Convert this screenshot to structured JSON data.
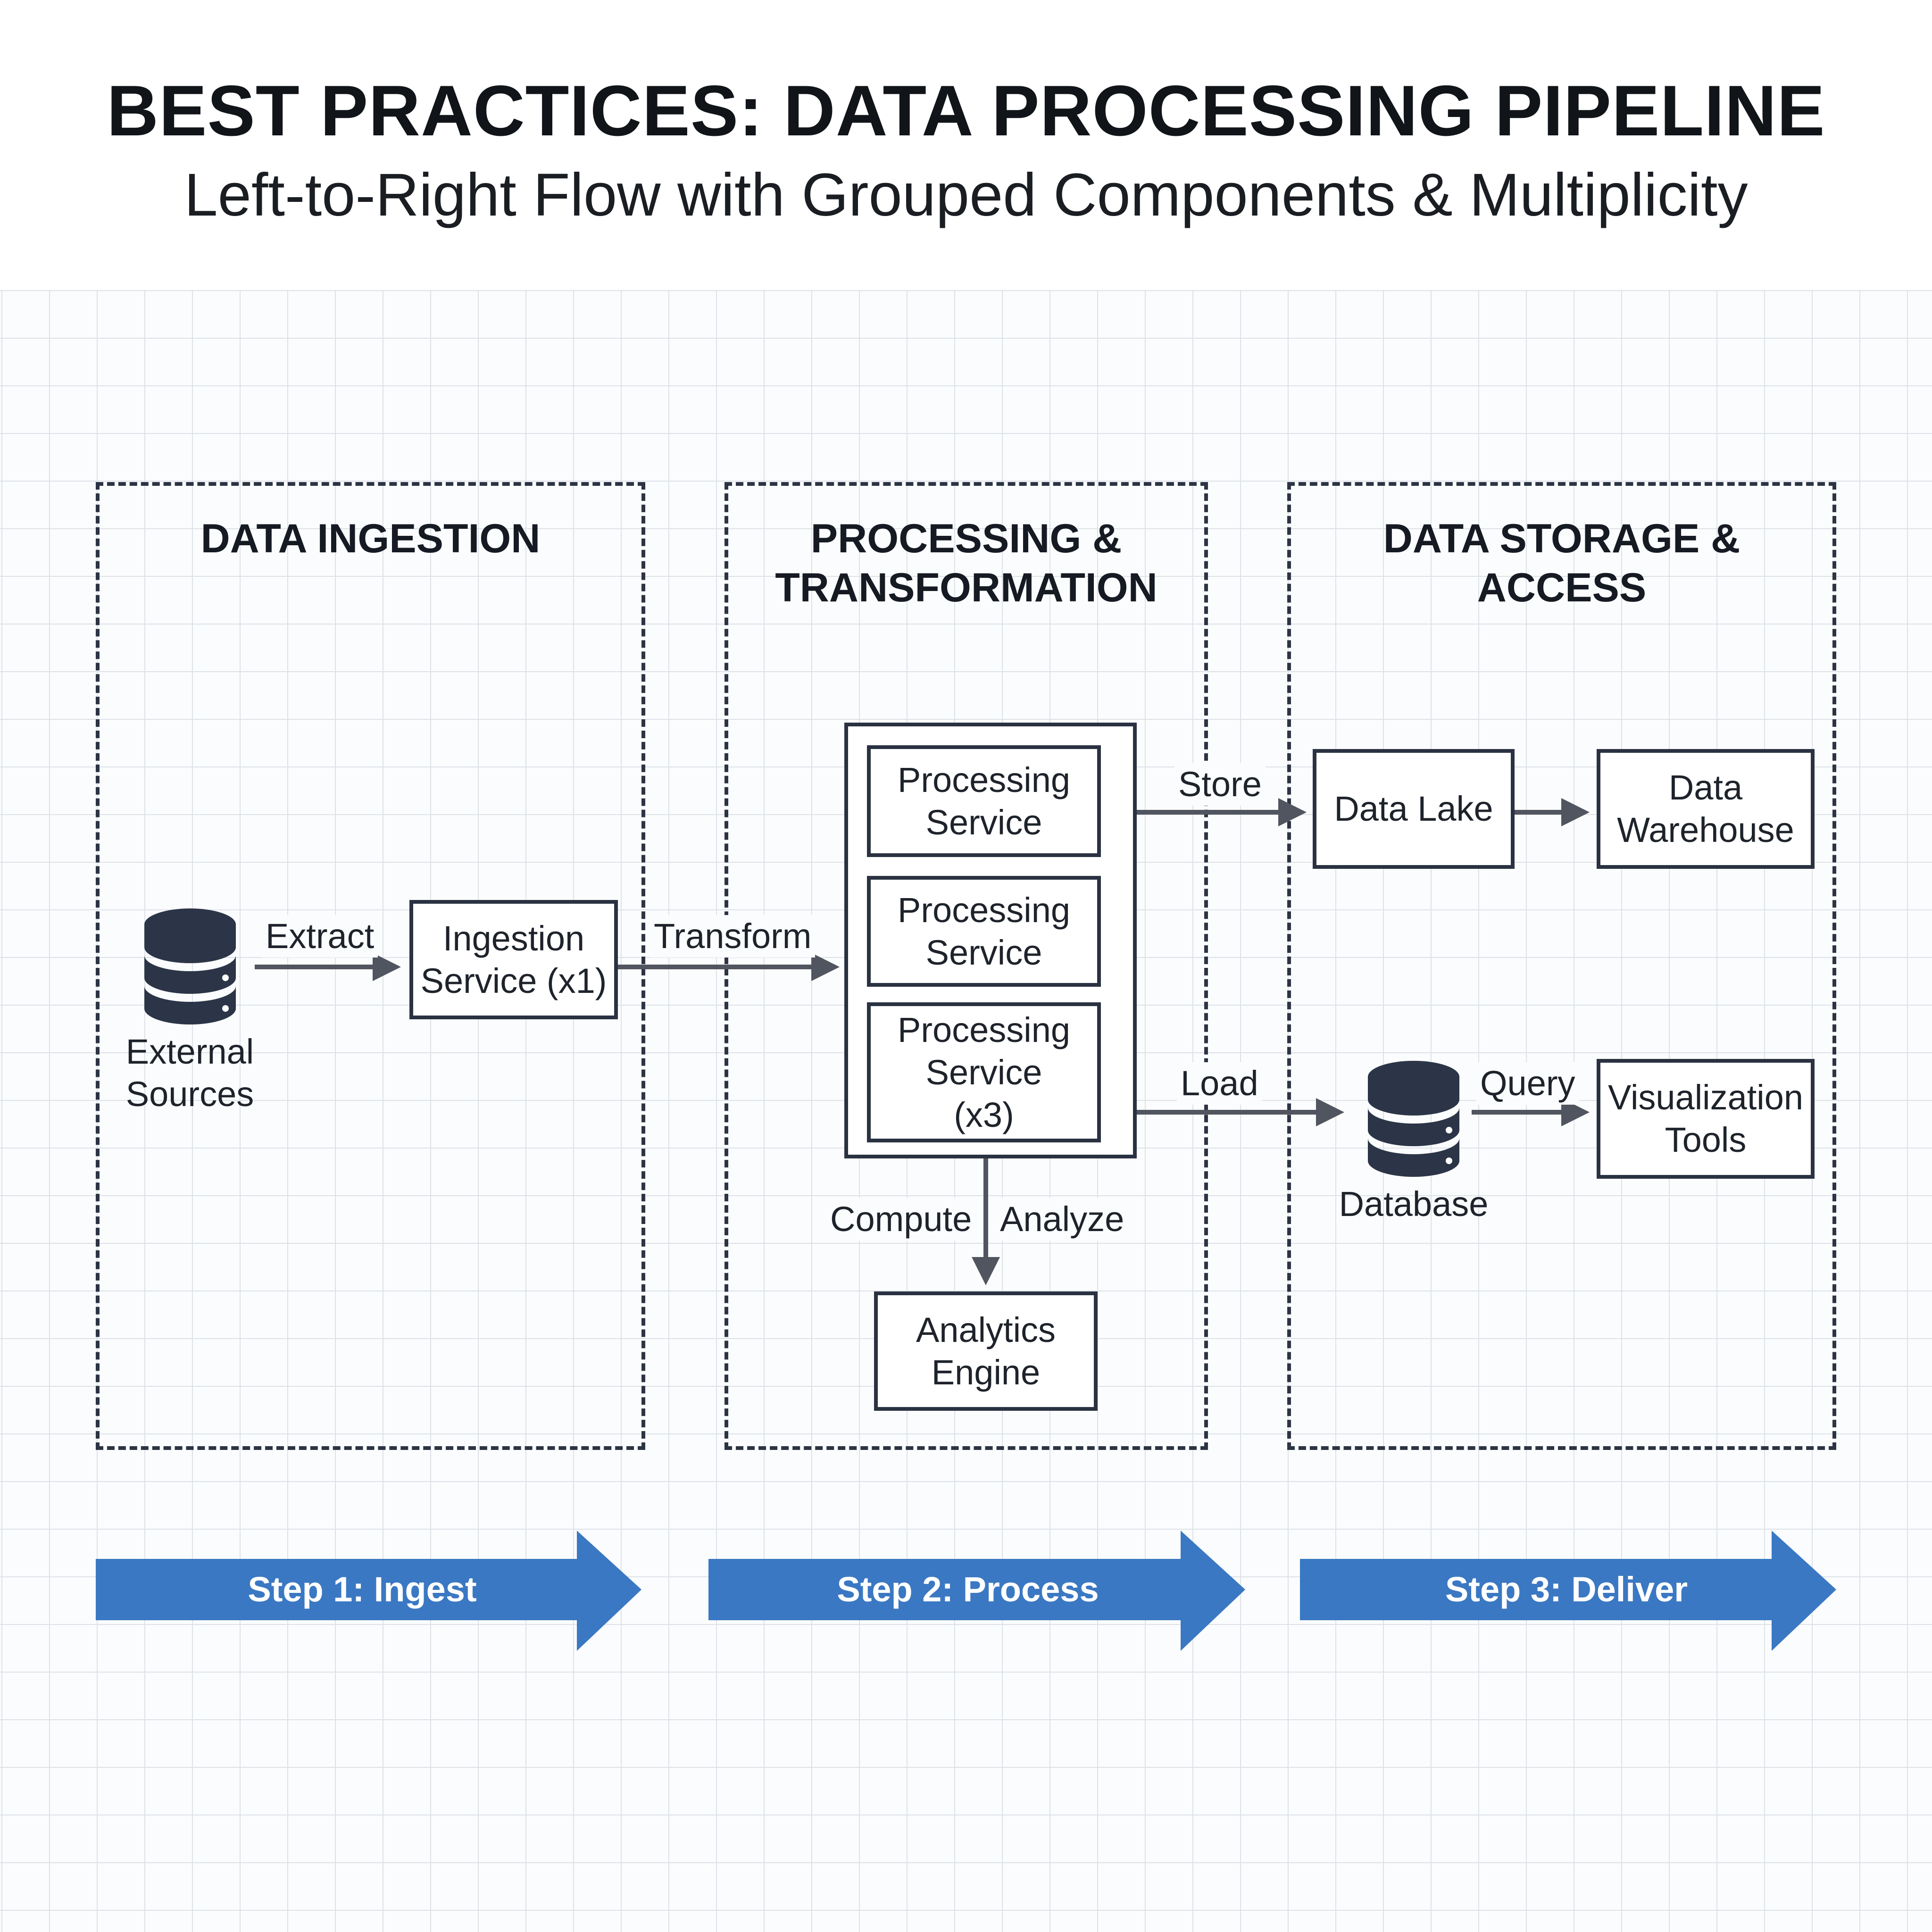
{
  "header": {
    "title": "BEST PRACTICES: DATA PROCESSING PIPELINE",
    "subtitle": "Left-to-Right Flow with Grouped Components & Multiplicity"
  },
  "groups": {
    "ingestion": {
      "title": "DATA INGESTION"
    },
    "processing": {
      "title": "PROCESSING &\nTRANSFORMATION"
    },
    "storage": {
      "title": "DATA STORAGE &\nACCESS"
    }
  },
  "nodes": {
    "external_sources": {
      "label": "External\nSources",
      "icon": "database-icon"
    },
    "ingestion_service": {
      "label": "Ingestion\nService (x1)"
    },
    "processing_service_1": {
      "label": "Processing\nService"
    },
    "processing_service_2": {
      "label": "Processing\nService"
    },
    "processing_service_3": {
      "label": "Processing\nService\n(x3)"
    },
    "analytics_engine": {
      "label": "Analytics\nEngine"
    },
    "data_lake": {
      "label": "Data Lake"
    },
    "data_warehouse": {
      "label": "Data\nWarehouse"
    },
    "database": {
      "label": "Database",
      "icon": "database-icon"
    },
    "visualization_tools": {
      "label": "Visualization\nTools"
    }
  },
  "edges": {
    "extract": "Extract",
    "transform": "Transform",
    "store": "Store",
    "load": "Load",
    "query": "Query",
    "compute": "Compute",
    "analyze": "Analyze"
  },
  "steps": [
    {
      "label": "Step 1: Ingest"
    },
    {
      "label": "Step 2: Process"
    },
    {
      "label": "Step 3: Deliver"
    }
  ],
  "colors": {
    "step_arrow": "#3b78c3",
    "ink": "#2a3242",
    "connector": "#50555f",
    "grid_line": "#dde2e8"
  }
}
